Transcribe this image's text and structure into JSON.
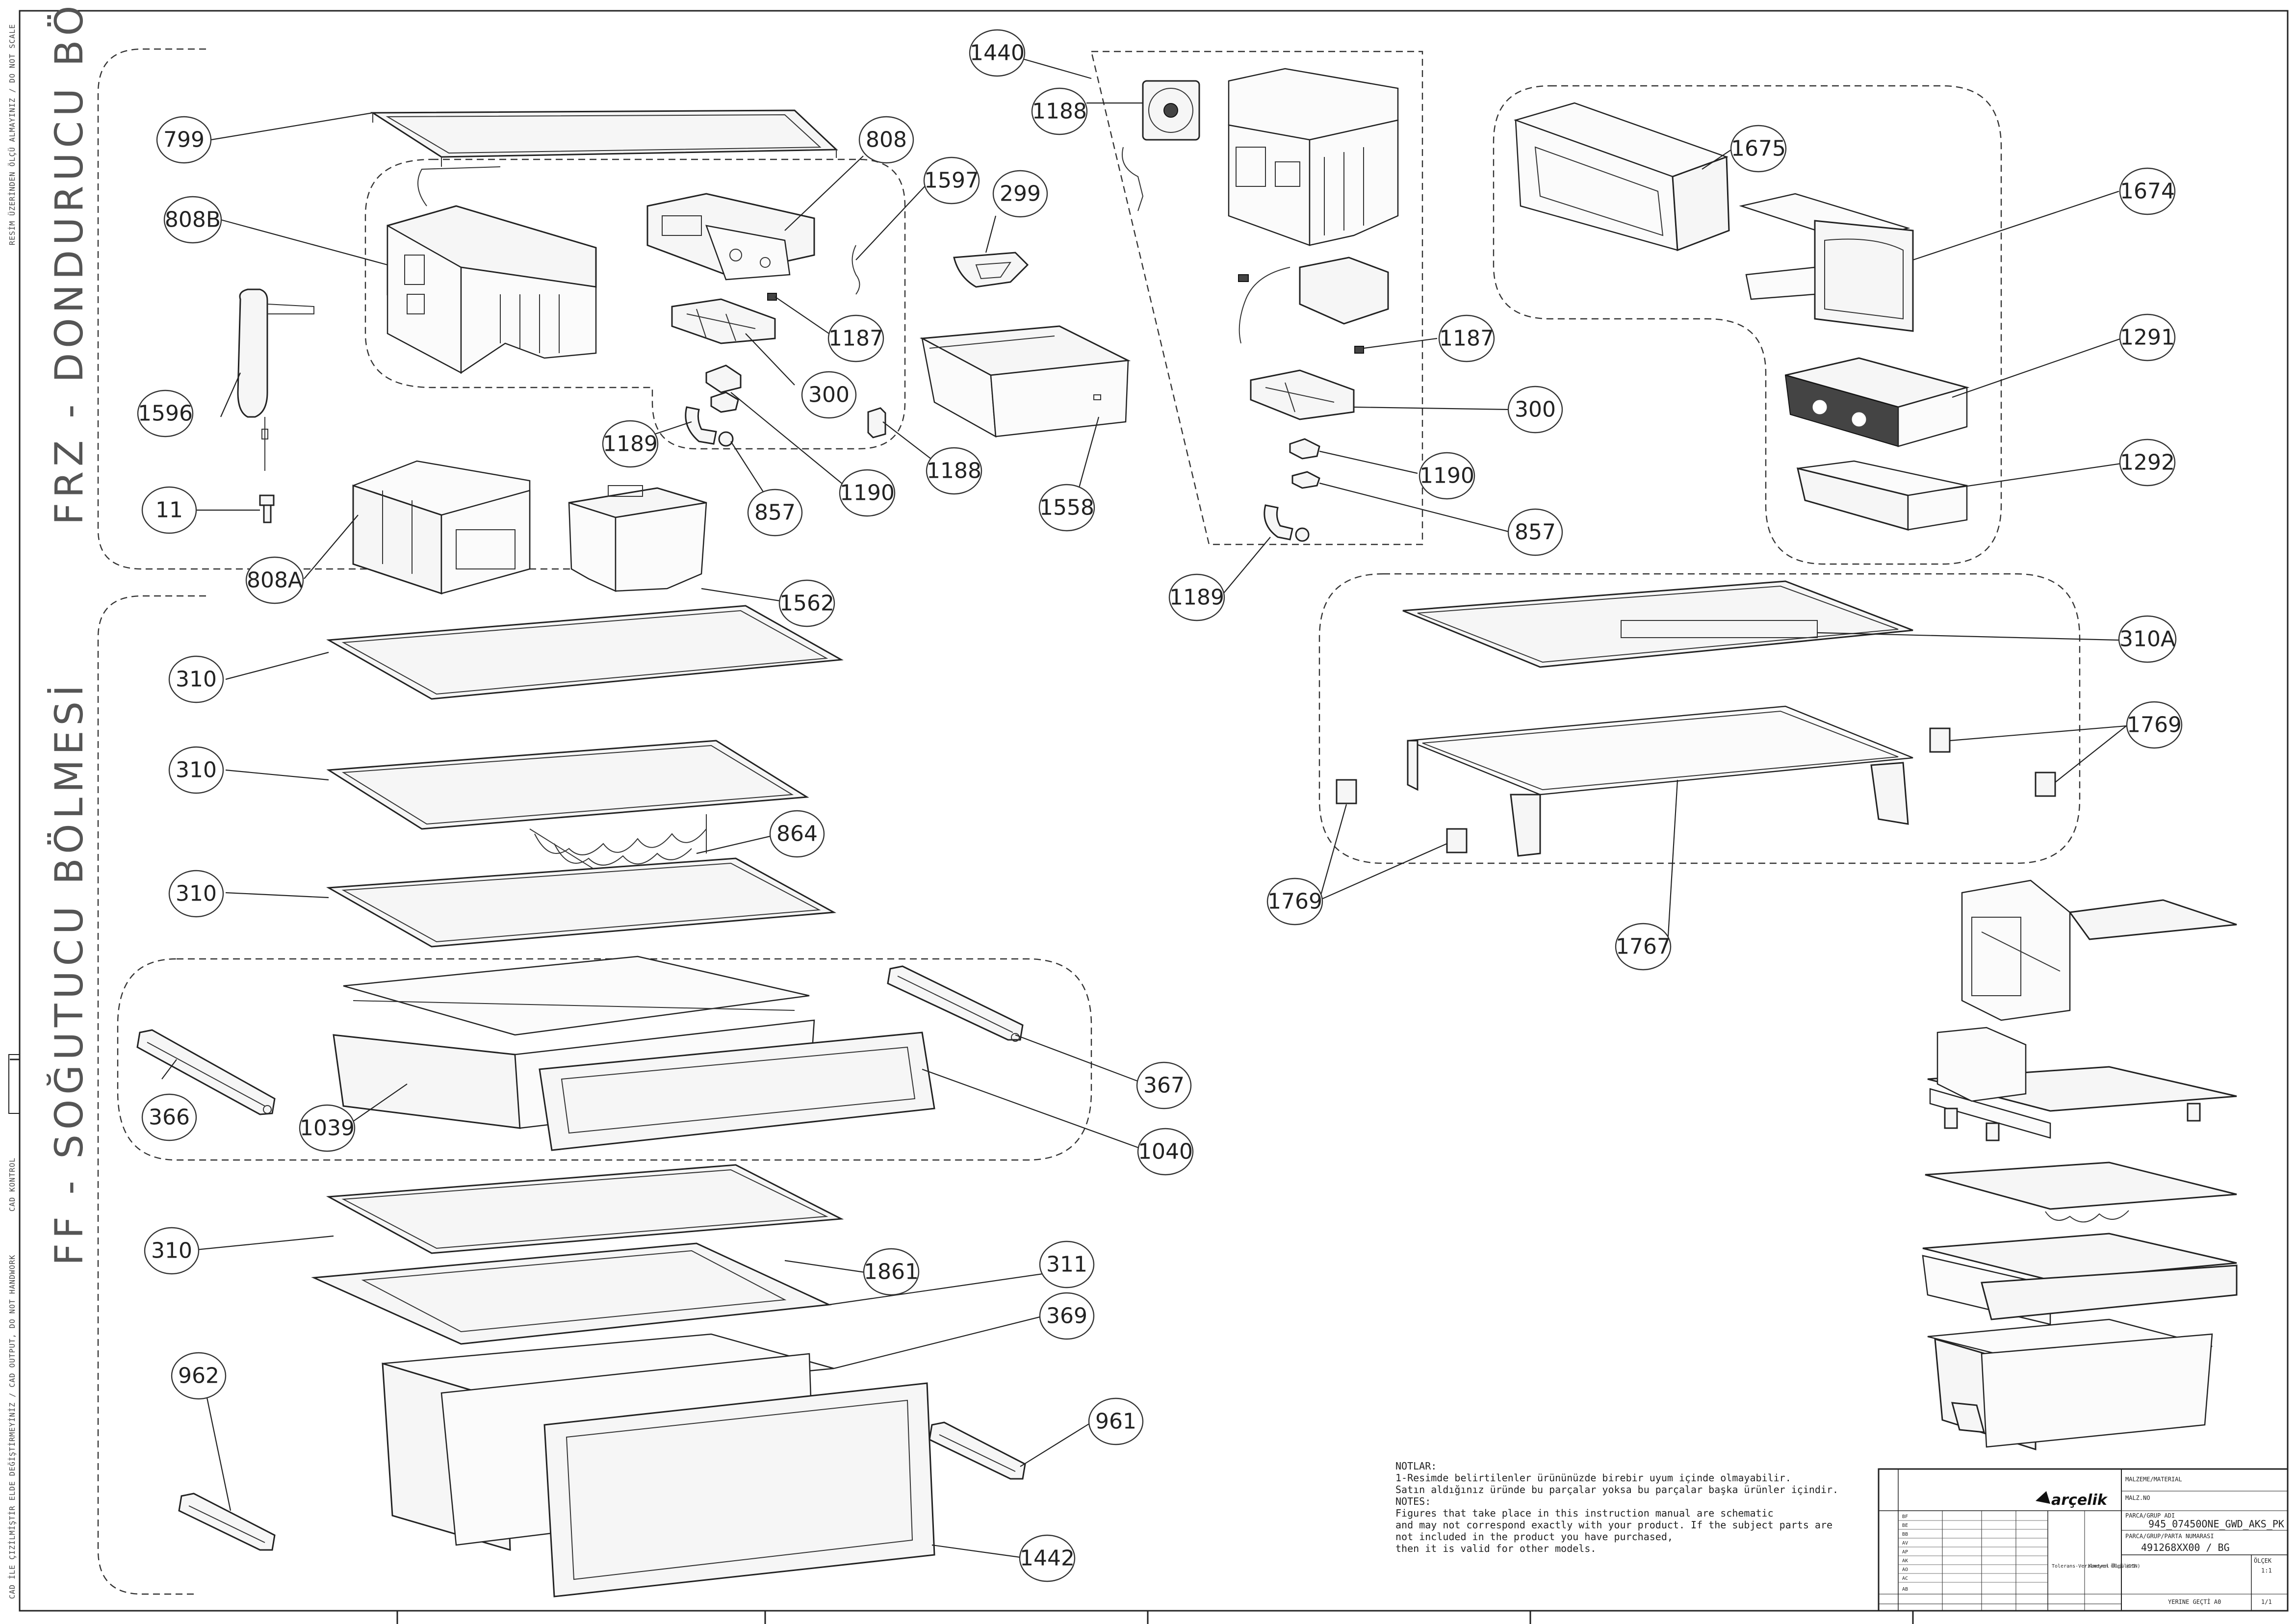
{
  "sections": {
    "freezer": "FRZ - DONDURUCU BÖLMESİ",
    "fridge": "FF - SOĞUTUCU BÖLMESİ"
  },
  "callouts": {
    "c799": "799",
    "c808b": "808B",
    "c808": "808",
    "c1597": "1597",
    "c299": "299",
    "c1440": "1440",
    "c1188a": "1188",
    "c1187a": "1187",
    "c300a": "300",
    "c1596": "1596",
    "c11": "11",
    "c808a": "808A",
    "c1189a": "1189",
    "c857a": "857",
    "c1190a": "1190",
    "c1188b": "1188",
    "c1558": "1558",
    "c1562": "1562",
    "c1187b": "1187",
    "c300b": "300",
    "c1190b": "1190",
    "c857b": "857",
    "c1189b": "1189",
    "c1675": "1675",
    "c1674": "1674",
    "c1291": "1291",
    "c1292": "1292",
    "c310a": "310",
    "c310b": "310",
    "c864": "864",
    "c310c": "310",
    "c310A": "310A",
    "c1769a": "1769",
    "c1769b": "1769",
    "c1767": "1767",
    "c366": "366",
    "c1039": "1039",
    "c367": "367",
    "c1040": "1040",
    "c310d": "310",
    "c1861": "1861",
    "c311": "311",
    "c369": "369",
    "c962": "962",
    "c961": "961",
    "c1442": "1442"
  },
  "margin_notes": {
    "top": "RESİM ÜZERİNDEN ÖLÇÜ ALMAYINIZ / DO NOT SCALE",
    "middle": "CAD KONTROL",
    "bottom": "CAD İLE ÇIZİLMİŞTİR ELDE DEĞİŞTİRMEYİNİZ / CAD OUTPUT, DO NOT HANDWORK"
  },
  "notes": {
    "l1": "NOTLAR:",
    "l2": "1-Resimde belirtilenler ürününüzde birebir  uyum içinde olmayabilir.",
    "l3": "Satın aldığınız üründe bu parçalar yoksa bu parçalar başka ürünler içindir.",
    "l4": "NOTES:",
    "l5": "Figures that take place in this instruction manual are schematic",
    "l6": " and may not correspond exactly with your product. If the subject parts are",
    "l7": "not included in the product you have purchased,",
    "l8": "then it is valid for other models."
  },
  "title_block": {
    "brand": "arçelik",
    "material_label": "MALZEME/MATERIAL",
    "part_no_label": "MALZ.NO",
    "group_label": "PARCA/GRUP ADI",
    "group_name": "945_07450ONE_GWD_AKS_PK",
    "part_list_label": "PARCA/GRUP/PARTA NUMARASI",
    "part_number": "491268XX00 / BG",
    "scale_label": "ÖLÇEK",
    "scale_value": "1:1",
    "tolerance_label": "Tolerans-Verilmeyen Ölçü (DIN)",
    "control_label": "Kontrol Ölçüleri",
    "sheet_label": "YERINE GEÇTİ   A0",
    "sheet_no": "1/1",
    "revisions": [
      "BF",
      "BE",
      "BB",
      "AV",
      "AP",
      "AK",
      "AO",
      "AC",
      "AB"
    ]
  }
}
